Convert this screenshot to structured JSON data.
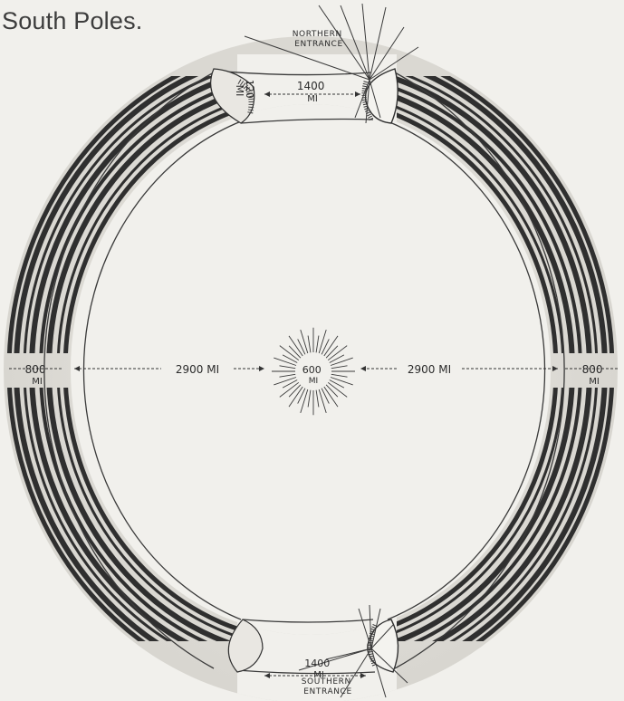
{
  "caption": "South Poles.",
  "labels": {
    "northern_entrance": [
      "NORTHERN",
      "ENTRANCE"
    ],
    "southern_entrance": [
      "SOUTHERN",
      "ENTRANCE"
    ],
    "top_distance": [
      "1400",
      "MI"
    ],
    "bottom_distance": [
      "1400",
      "MI"
    ],
    "top_left_small": [
      "120",
      "MI"
    ],
    "left_thickness": [
      "800",
      "MI"
    ],
    "right_thickness": [
      "800",
      "MI"
    ],
    "left_radius": "2900 MI",
    "right_radius": "2900 MI",
    "central_sun": [
      "600",
      "MI"
    ]
  },
  "colors": {
    "background": "#f1f0ec",
    "ink": "#2b2b2b",
    "shell_fill": "#e3e1dc"
  }
}
